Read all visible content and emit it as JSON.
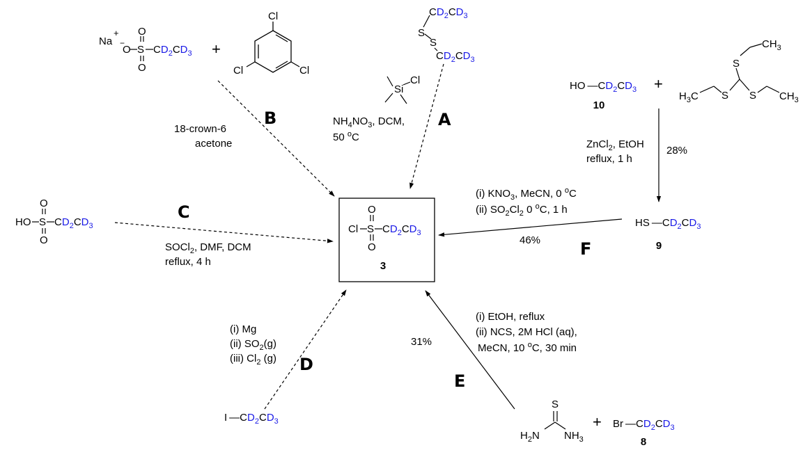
{
  "colors": {
    "deuterium": "#1a1ae6",
    "text": "#000000"
  },
  "target": {
    "number": "3"
  },
  "routes": {
    "A": {
      "letter": "A",
      "reagent": "NH4NO3, DCM,",
      "temp": "50 oC"
    },
    "B": {
      "letter": "B",
      "line1": "18-crown-6",
      "line2": "acetone"
    },
    "C": {
      "letter": "C",
      "line1": "SOCl2, DMF, DCM",
      "line2": "reflux, 4 h"
    },
    "D": {
      "letter": "D",
      "step1": "(i) Mg",
      "step2": "(ii) SO2(g)",
      "step3": "(iii) Cl2 (g)"
    },
    "E": {
      "letter": "E",
      "step1": "(i) EtOH, reflux",
      "step2": "(ii) NCS, 2M HCl (aq),",
      "step3": "MeCN, 10 oC, 30 min",
      "yield": "31%"
    },
    "F": {
      "letter": "F",
      "step1": "(i) KNO3, MeCN, 0 oC",
      "step2": "(ii) SO2Cl2, 0 oC, 1 h",
      "yield": "46%"
    },
    "G": {
      "line1": "ZnCl2, EtOH",
      "line2": "reflux, 1 h",
      "yield": "28%"
    }
  },
  "compounds": {
    "c8": "8",
    "c9": "9",
    "c10": "10"
  }
}
